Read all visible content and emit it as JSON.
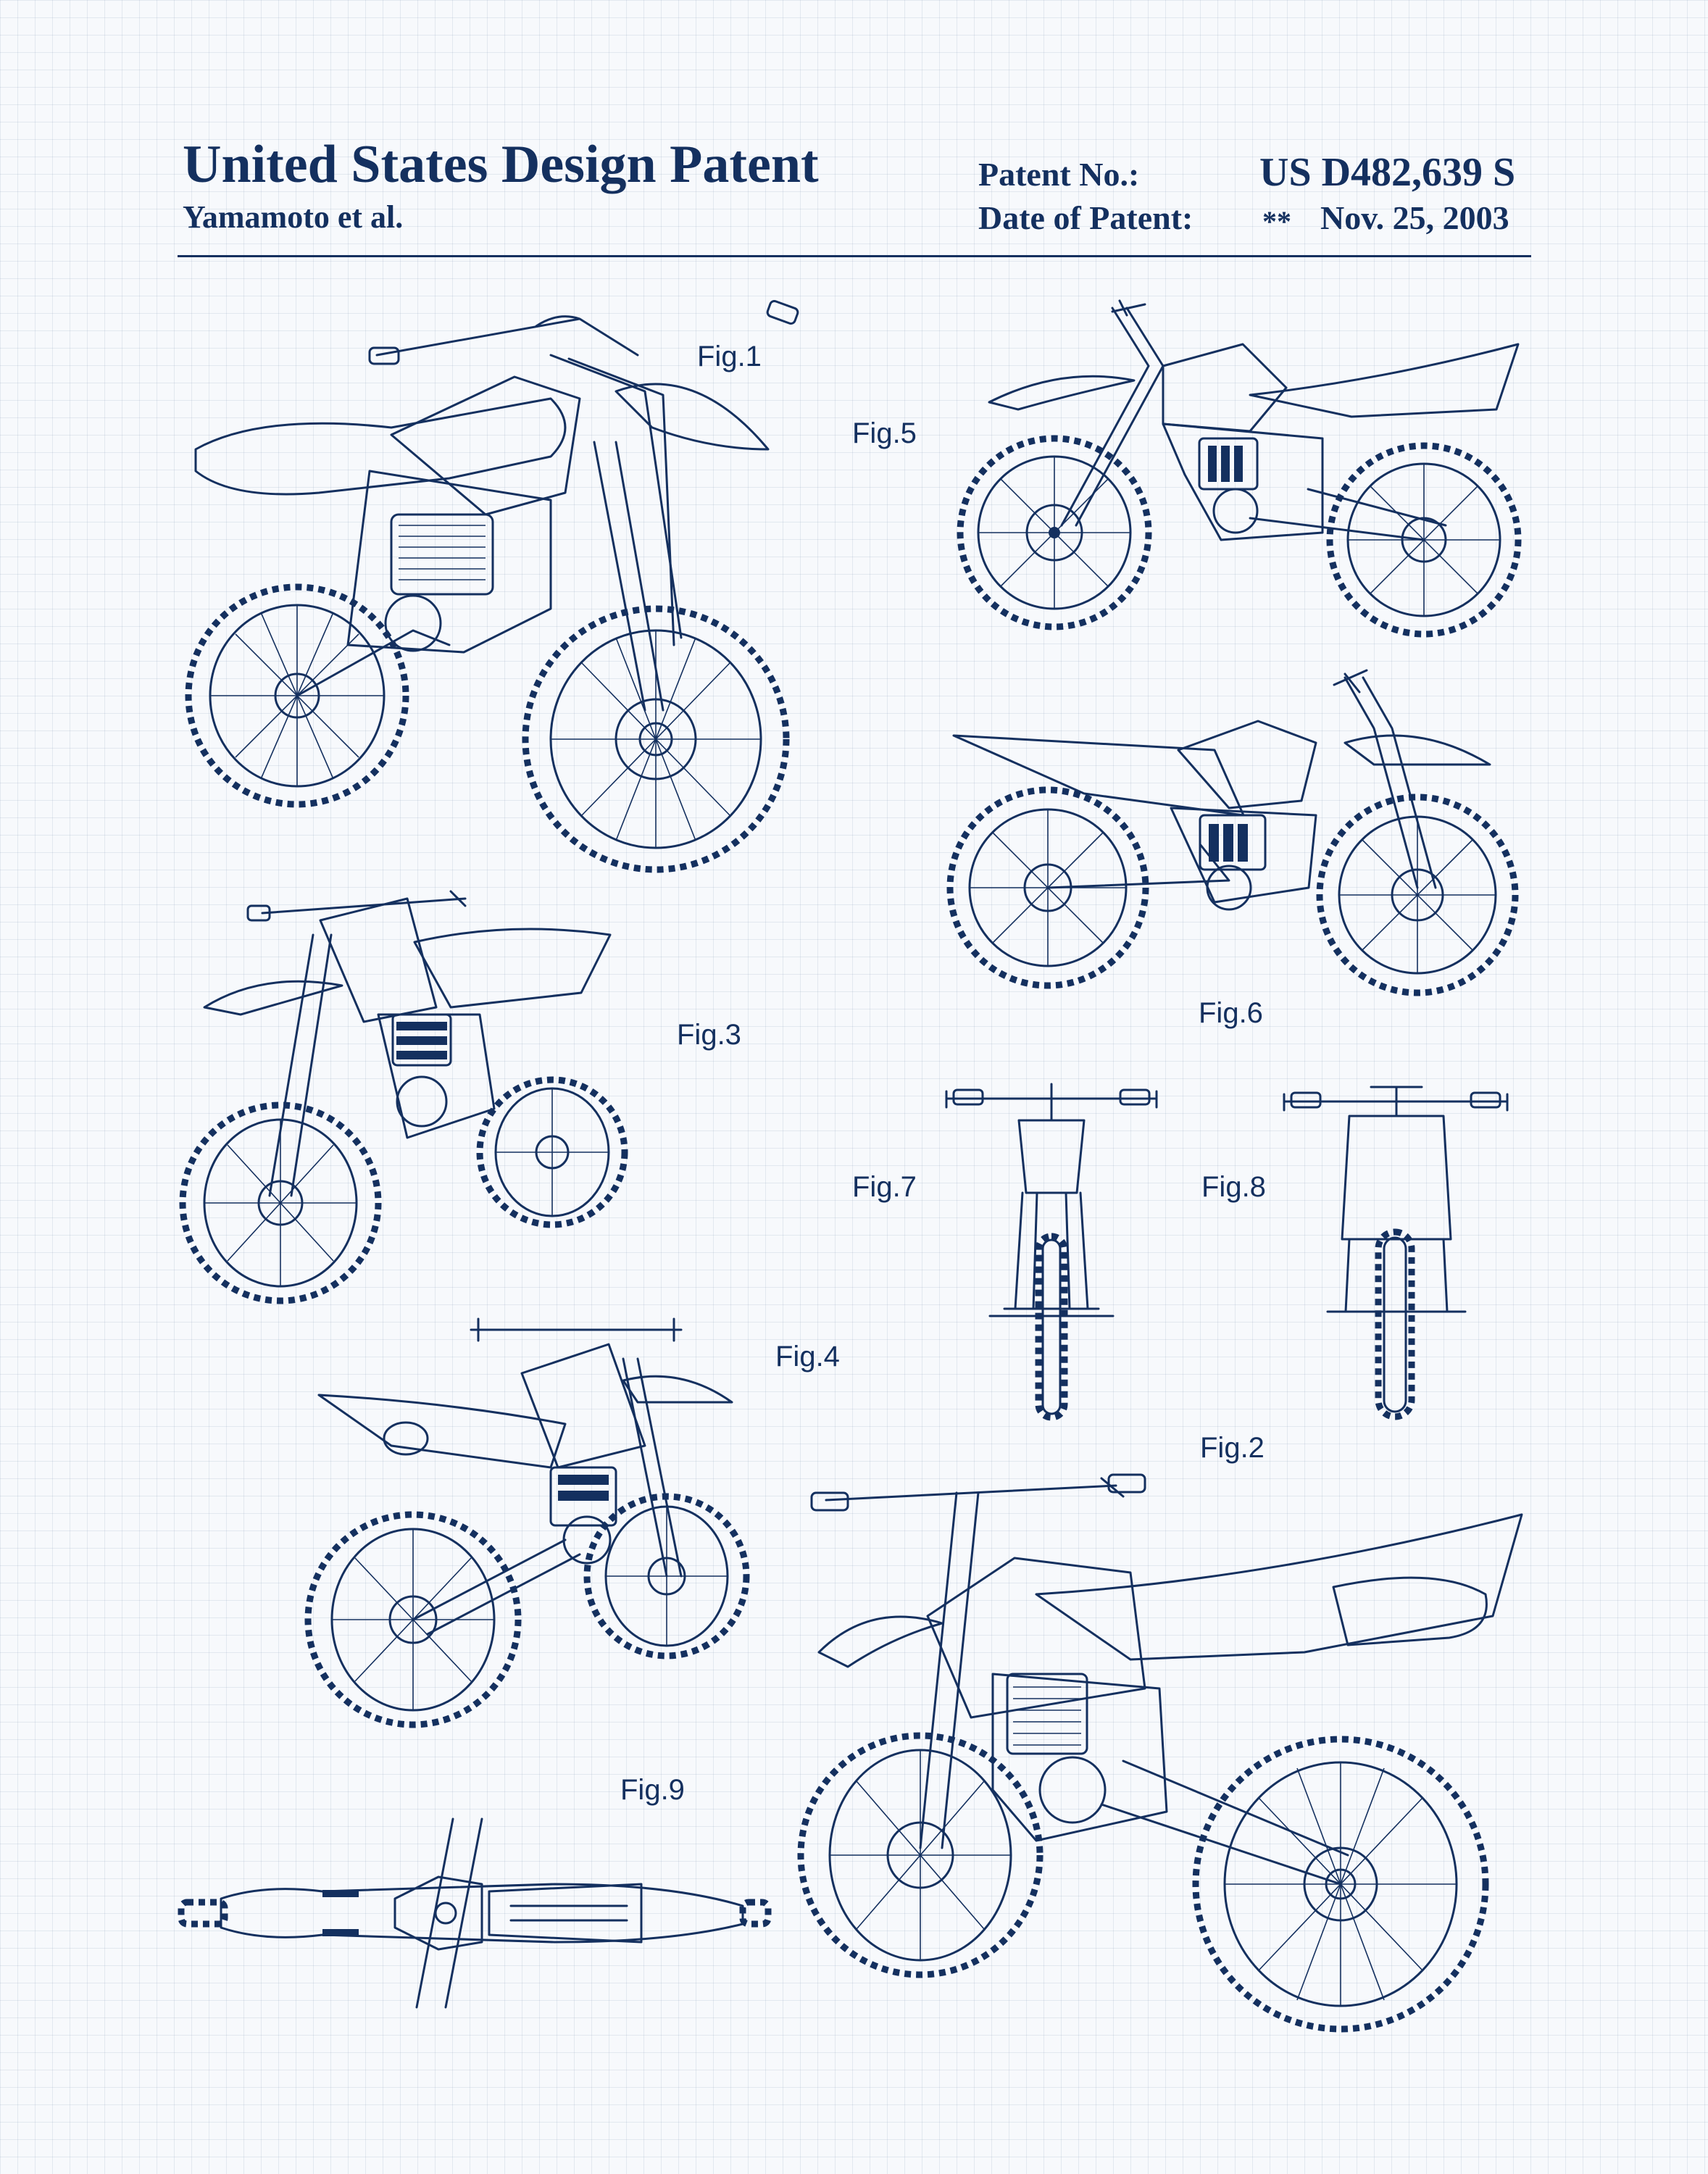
{
  "header": {
    "title": "United States Design Patent",
    "inventors": "Yamamoto et al.",
    "patent_no_label": "Patent No.:",
    "patent_no": "US D482,639 S",
    "date_label": "Date of Patent:",
    "date_mark": "**",
    "date": "Nov. 25, 2003"
  },
  "figures": {
    "fig1": "Fig.1",
    "fig2": "Fig.2",
    "fig3": "Fig.3",
    "fig4": "Fig.4",
    "fig5": "Fig.5",
    "fig6": "Fig.6",
    "fig7": "Fig.7",
    "fig8": "Fig.8",
    "fig9": "Fig.9"
  },
  "colors": {
    "ink": "#14305f",
    "paper": "#f7f9fc",
    "grid": "#c8d2e3"
  }
}
